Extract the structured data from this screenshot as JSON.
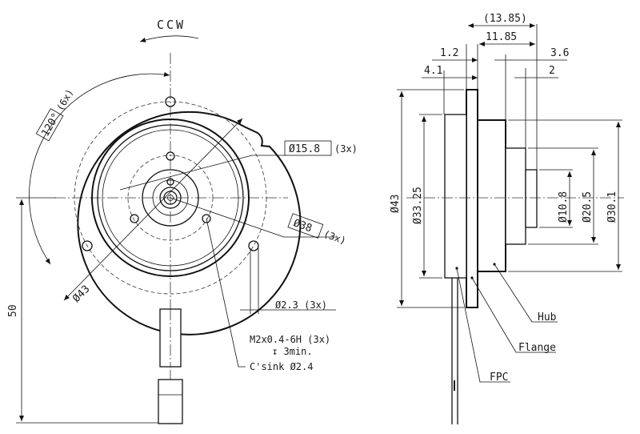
{
  "rotation": {
    "label": "CCW"
  },
  "front_view": {
    "angle_label": "120°",
    "angle_count": "(6x)",
    "pcd_small_label": "Ø15.8",
    "pcd_small_count": "(3x)",
    "pcd_large_label": "Ø38",
    "pcd_large_count": "(3x)",
    "outer_diameter": "Ø43",
    "hole_label": "Ø2.3 (3x)",
    "thread_line1": "M2x0.4-6H (3x)",
    "thread_line2": "↧ 3min.",
    "thread_line3": "C'sink Ø2.4",
    "height_label": "50"
  },
  "side_view": {
    "dim_total": "(13.85)",
    "dim_1185": "11.85",
    "dim_12": "1.2",
    "dim_36": "3.6",
    "dim_41": "4.1",
    "dim_2": "2",
    "dia_43": "Ø43",
    "dia_3325": "Ø33.25",
    "dia_108": "Ø10.8",
    "dia_205": "Ø20.5",
    "dia_301": "Ø30.1",
    "callout_hub": "Hub",
    "callout_flange": "Flange",
    "callout_fpc": "FPC"
  }
}
